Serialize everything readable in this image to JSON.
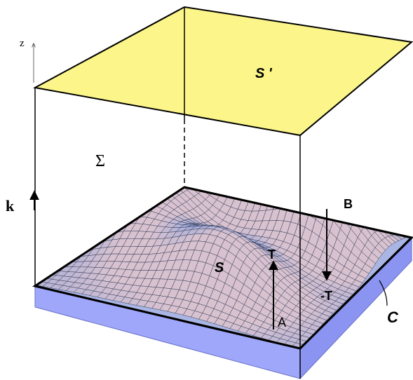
{
  "labels": {
    "z_axis": "z",
    "k_vector": "k",
    "top_surface": "S '",
    "volume": "Σ",
    "surface": "S",
    "curve": "C",
    "point_a": "A",
    "point_b": "B",
    "tangent": "T",
    "neg_tangent": "-T"
  },
  "colors": {
    "top_face": "#fbf58a",
    "base_side": "#9fa7fb",
    "mesh_line": "#333a55",
    "surface_high": "#d8c2cf",
    "surface_low": "#9aa8dc"
  }
}
